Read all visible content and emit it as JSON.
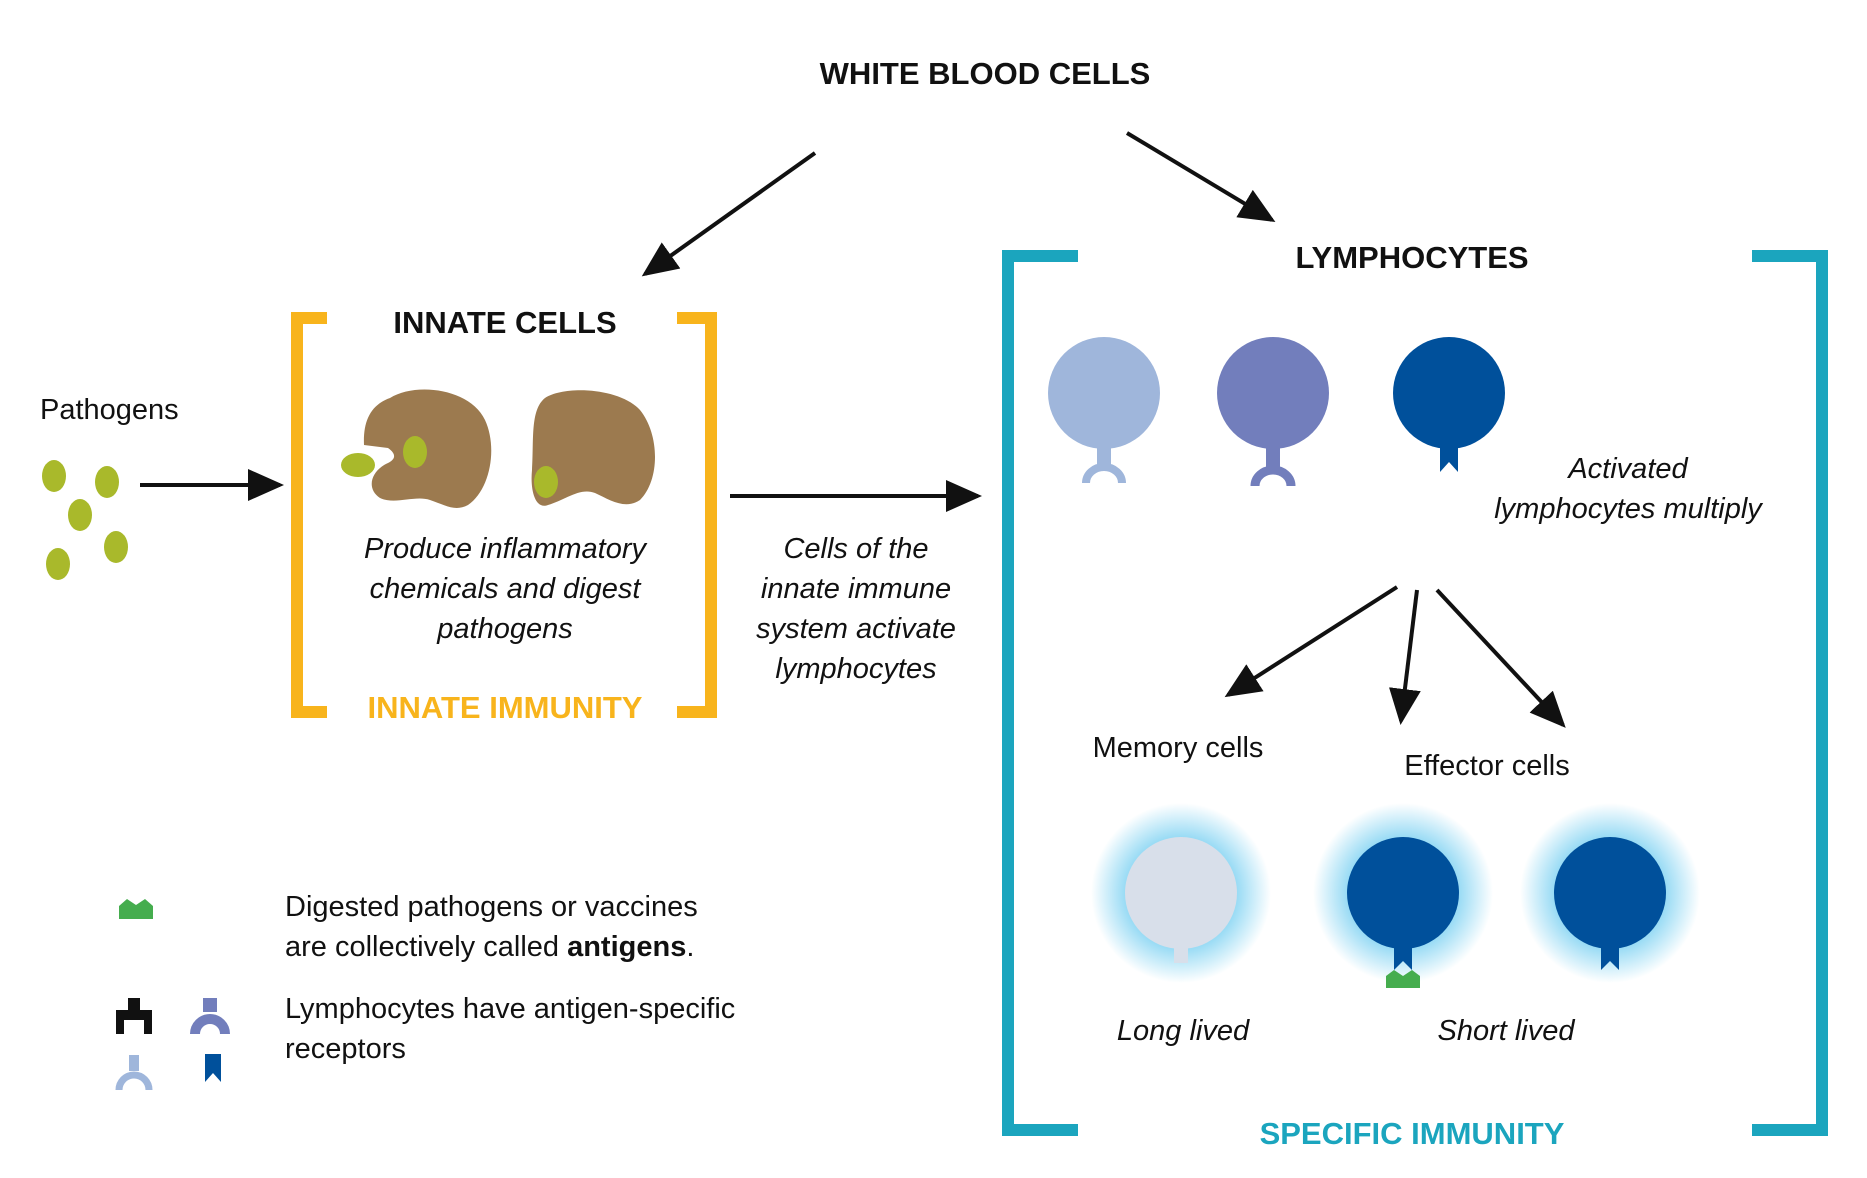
{
  "title": "WHITE BLOOD CELLS",
  "innate": {
    "heading": "INNATE CELLS",
    "description": [
      "Produce inflammatory",
      "chemicals and digest",
      "pathogens"
    ],
    "footer": "INNATE IMMUNITY",
    "color": "#F8B41C"
  },
  "pathogens": {
    "label": "Pathogens",
    "color": "#A9B92B"
  },
  "activation_text": [
    "Cells of the",
    "innate immune",
    "system activate",
    "lymphocytes"
  ],
  "lymphocytes": {
    "heading": "LYMPHOCYTES",
    "multiply_text": [
      "Activated",
      "lymphocytes multiply"
    ],
    "memory_label": "Memory cells",
    "effector_label": "Effector cells",
    "long_lived": "Long lived",
    "short_lived": "Short lived",
    "footer": "SPECIFIC IMMUNITY",
    "color": "#1BA5BE",
    "cell_colors": [
      "#9FB6DB",
      "#727EBC",
      "#00509B"
    ]
  },
  "legend": {
    "antigen_text": [
      "Digested pathogens or vaccines",
      "are collectively called ",
      "antigens",
      "."
    ],
    "receptor_text": [
      "Lymphocytes have antigen-specific",
      "receptors"
    ],
    "antigen_color": "#45AD4E"
  }
}
